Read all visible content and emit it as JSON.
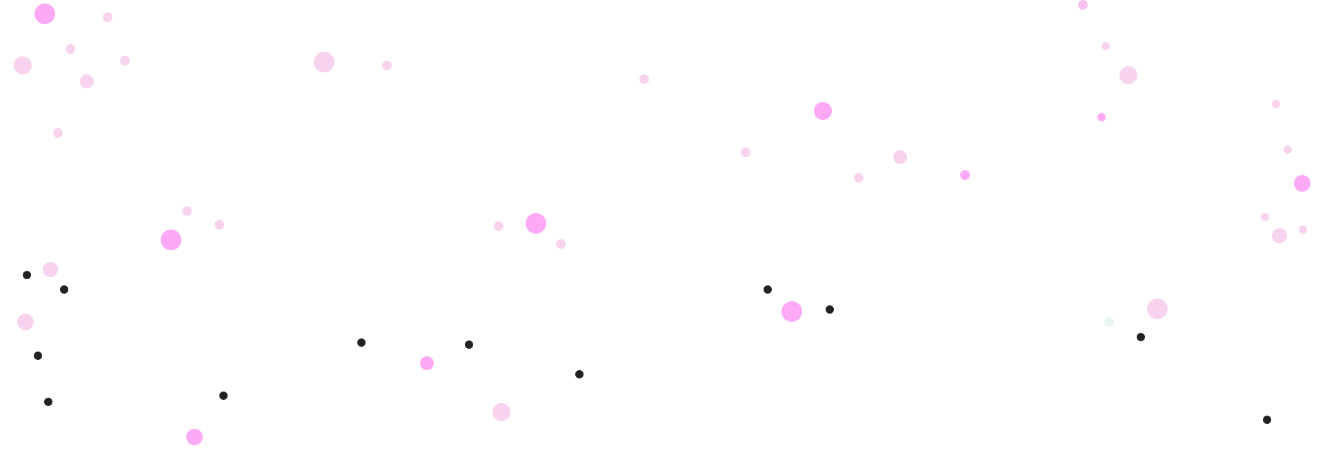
{
  "page": {
    "background": "#ffffff"
  },
  "palette": {
    "pink_strong": "#fda9f6",
    "pink_medium": "#fbbef0",
    "pink_light": "#f8d3ef",
    "dark": "#222222",
    "mint": "#e6f7f2"
  },
  "dots": [
    {
      "kind": "pink_strong"
    },
    {
      "kind": "pink_light"
    },
    {
      "kind": "pink_light"
    },
    {
      "kind": "pink_light"
    },
    {
      "kind": "pink_light"
    },
    {
      "kind": "pink_light"
    },
    {
      "kind": "pink_light"
    },
    {
      "kind": "pink_light"
    },
    {
      "kind": "pink_light"
    },
    {
      "kind": "pink_light"
    },
    {
      "kind": "pink_light"
    },
    {
      "kind": "pink_strong"
    },
    {
      "kind": "pink_light"
    },
    {
      "kind": "pink_light"
    },
    {
      "kind": "pink_strong"
    },
    {
      "kind": "pink_light"
    },
    {
      "kind": "pink_light"
    },
    {
      "kind": "pink_strong"
    },
    {
      "kind": "pink_light"
    },
    {
      "kind": "pink_light"
    },
    {
      "kind": "pink_light"
    },
    {
      "kind": "pink_strong"
    },
    {
      "kind": "pink_light"
    },
    {
      "kind": "pink_strong"
    },
    {
      "kind": "pink_medium"
    },
    {
      "kind": "pink_light"
    },
    {
      "kind": "pink_light"
    },
    {
      "kind": "pink_strong"
    },
    {
      "kind": "pink_light"
    },
    {
      "kind": "pink_light"
    },
    {
      "kind": "pink_light"
    },
    {
      "kind": "pink_light"
    },
    {
      "kind": "pink_strong"
    },
    {
      "kind": "pink_strong"
    },
    {
      "kind": "pink_light"
    },
    {
      "kind": "pink_light"
    },
    {
      "kind": "mint"
    },
    {
      "kind": "pink_strong"
    },
    {
      "kind": "pink_light"
    },
    {
      "kind": "dark"
    },
    {
      "kind": "dark"
    },
    {
      "kind": "dark"
    },
    {
      "kind": "dark"
    },
    {
      "kind": "dark"
    },
    {
      "kind": "dark"
    },
    {
      "kind": "dark"
    },
    {
      "kind": "dark"
    },
    {
      "kind": "dark"
    },
    {
      "kind": "dark"
    },
    {
      "kind": "dark"
    },
    {
      "kind": "dark"
    }
  ]
}
